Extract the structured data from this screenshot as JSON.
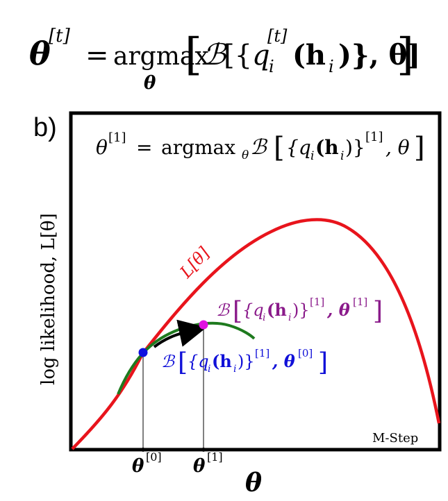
{
  "equation": {
    "lhs": "θ",
    "lhs_sup": "[t]",
    "equals": "=",
    "op": "argmax",
    "op_sub": "θ",
    "bracket_open": "[",
    "bound": "ℬ",
    "inner_open": "[{",
    "q": "q",
    "q_sub": "i",
    "q_sup": "[t]",
    "h_part": "(h",
    "h_sub": "i",
    "inner_close": ")}, θ]",
    "bracket_close": "]"
  },
  "panel": {
    "label": "b)",
    "title_lhs": "θ",
    "title_lhs_sup": "[1]",
    "title_eq": "=",
    "title_op": "argmax",
    "title_op_sub": "θ",
    "title_bound": "ℬ",
    "title_open": "[",
    "title_body": "{q",
    "title_body_sub": "i",
    "title_body2": "(h",
    "title_body2_sub": "i",
    "title_body3": ")}",
    "title_body3_sup": "[1]",
    "title_tail": ", θ",
    "title_close": "]"
  },
  "axes": {
    "ylabel": "log likelihood, L[θ]",
    "xlabel": "θ",
    "ticks": [
      {
        "label": "θ",
        "sup": "[0]"
      },
      {
        "label": "θ",
        "sup": "[1]"
      }
    ]
  },
  "labels": {
    "curve": "L[θ]",
    "bound_new": {
      "pre": "ℬ",
      "open": "[",
      "body": "{q",
      "sub": "i",
      "body2": "(h",
      "sub2": "i",
      "body3": ")}",
      "sup": "[1]",
      "tail": ", θ",
      "tail_sup": "[1]",
      "close": "]"
    },
    "bound_old": {
      "pre": "ℬ",
      "open": "[",
      "body": "{q",
      "sub": "i",
      "body2": "(h",
      "sub2": "i",
      "body3": ")}",
      "sup": "[1]",
      "tail": ", θ",
      "tail_sup": "[0]",
      "close": "]"
    },
    "step": "M-Step"
  },
  "colors": {
    "likelihood": "#e8141c",
    "bound": "#1e7a1e",
    "point_old": "#1010e0",
    "point_new": "#e010e0",
    "text_old": "#1010d8",
    "text_new": "#8a1a8a",
    "arrow": "#000000"
  }
}
